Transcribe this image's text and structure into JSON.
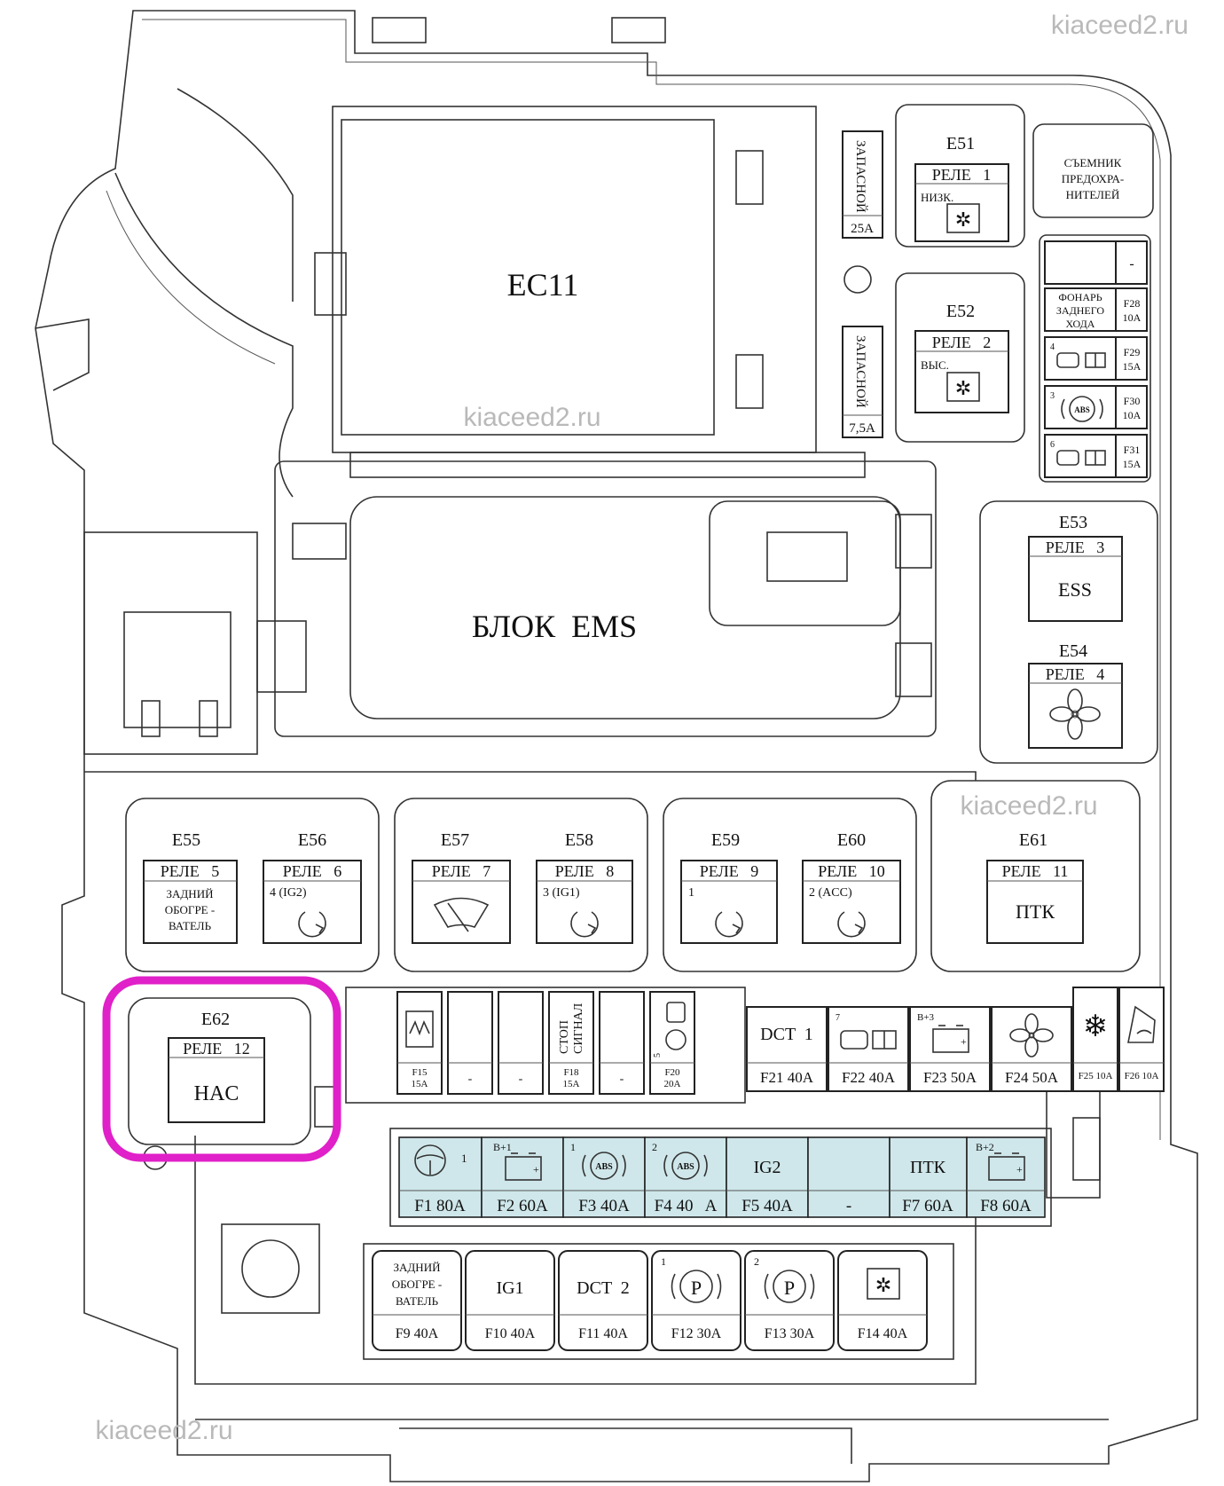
{
  "watermark": "kiaceed2.ru",
  "main_blocks": {
    "ec11": "EC11",
    "ems": "БЛОК  EMS"
  },
  "side_fuses": [
    {
      "label": "ЗАПАСНОЙ",
      "amp": "25A"
    },
    {
      "label": "ЗАПАСНОЙ",
      "amp": "7,5A"
    }
  ],
  "fuse_puller": [
    "СЪЕМНИК",
    "ПРЕДОХРА-",
    "НИТЕЛЕЙ"
  ],
  "relays_right": [
    {
      "code": "E51",
      "name": "РЕЛЕ   1",
      "sub": "НИЗК.",
      "icon": "cooling-fan-motor-icon"
    },
    {
      "code": "E52",
      "name": "РЕЛЕ   2",
      "sub": "ВЫС.",
      "icon": "cooling-fan-motor-icon"
    },
    {
      "code": "E53",
      "name": "РЕЛЕ   3",
      "sub": "ESS",
      "icon": ""
    },
    {
      "code": "E54",
      "name": "РЕЛЕ   4",
      "sub": "",
      "icon": "fan-icon"
    }
  ],
  "small_fuses_right": [
    {
      "id": "F28",
      "amp": "10A",
      "label": [
        "ФОНАРЬ",
        "ЗАДНЕГО",
        "ХОДА"
      ]
    },
    {
      "id": "F29",
      "amp": "15A",
      "sup": "4",
      "icon": "engine-book-icon"
    },
    {
      "id": "F30",
      "amp": "10A",
      "sup": "3",
      "icon": "abs-icon"
    },
    {
      "id": "F31",
      "amp": "15A",
      "sup": "6",
      "icon": "engine-book-icon"
    }
  ],
  "small_fuse_top_dash": "-",
  "relay_row": [
    {
      "code": "E55",
      "name": "РЕЛЕ   5",
      "sub": [
        "ЗАДНИЙ",
        "ОБОГРЕ -",
        "ВАТЕЛЬ"
      ]
    },
    {
      "code": "E56",
      "name": "РЕЛЕ   6",
      "sub": [
        "4 (IG2)"
      ],
      "icon": "ignition-icon"
    },
    {
      "code": "E57",
      "name": "РЕЛЕ   7",
      "sub": [],
      "icon": "wiper-icon"
    },
    {
      "code": "E58",
      "name": "РЕЛЕ   8",
      "sub": [
        "3 (IG1)"
      ],
      "icon": "ignition-icon"
    },
    {
      "code": "E59",
      "name": "РЕЛЕ   9",
      "sub": [
        "1"
      ],
      "icon": "ignition-icon"
    },
    {
      "code": "E60",
      "name": "РЕЛЕ   10",
      "sub": [
        "2 (ACC)"
      ],
      "icon": "ignition-icon"
    },
    {
      "code": "E61",
      "name": "РЕЛЕ   11",
      "sub": [
        "ПТК"
      ]
    }
  ],
  "relay_e62": {
    "code": "E62",
    "name": "РЕЛЕ   12",
    "sub": "HAC"
  },
  "mini_fuses": [
    {
      "id": "F15",
      "amp": "15A",
      "icon": "washer-icon"
    },
    {
      "id": "",
      "amp": "-",
      "icon": ""
    },
    {
      "id": "",
      "amp": "-",
      "icon": ""
    },
    {
      "id": "F18",
      "amp": "15A",
      "label": [
        "СТОП",
        "СИГНАЛ"
      ]
    },
    {
      "id": "",
      "amp": "-",
      "icon": ""
    },
    {
      "id": "F20",
      "amp": "20A",
      "sup": "5",
      "icon": "fuel-icon"
    }
  ],
  "mid_fuses": [
    {
      "label": "DCT  1",
      "rating": "F21 40A"
    },
    {
      "sup": "7",
      "icon": "engine-book-icon",
      "rating": "F22 40A"
    },
    {
      "sup": "B+3",
      "icon": "battery-icon",
      "rating": "F23 50A"
    },
    {
      "icon": "fan-icon",
      "rating": "F24 50A"
    },
    {
      "icon": "snowflake-icon",
      "rating": "F25 10A"
    },
    {
      "icon": "mirror-heat-icon",
      "rating": "F26 10A"
    }
  ],
  "main_fuses": [
    {
      "sup": "1",
      "icon": "steering-icon",
      "rating": "F1 80A"
    },
    {
      "sup": "B+1",
      "icon": "battery-icon",
      "rating": "F2 60A"
    },
    {
      "sup": "1",
      "icon": "abs-icon",
      "rating": "F3 40A"
    },
    {
      "sup": "2",
      "icon": "abs-icon",
      "rating": "F4 40   A"
    },
    {
      "label": "IG2",
      "rating": "F5 40A"
    },
    {
      "label": "",
      "rating": "-"
    },
    {
      "label": "ПТК",
      "rating": "F7 60A"
    },
    {
      "sup": "B+2",
      "icon": "battery-icon",
      "rating": "F8 60A"
    }
  ],
  "bottom_fuses": [
    {
      "label": [
        "ЗАДНИЙ",
        "ОБОГРЕ -",
        "ВАТЕЛЬ"
      ],
      "rating": "F9 40A"
    },
    {
      "label": [
        "IG1"
      ],
      "rating": "F10 40A"
    },
    {
      "label": [
        "DCT  2"
      ],
      "rating": "F11 40A"
    },
    {
      "sup": "1",
      "icon": "parking-icon",
      "rating": "F12 30A"
    },
    {
      "sup": "2",
      "icon": "parking-icon",
      "rating": "F13 30A"
    },
    {
      "icon": "cooling-fan-motor-icon",
      "rating": "F14 40A"
    }
  ],
  "colors": {
    "highlight": "#e020c8",
    "main_fuse_fill": "#cfe7ea",
    "watermark": "#b9b9b9"
  }
}
